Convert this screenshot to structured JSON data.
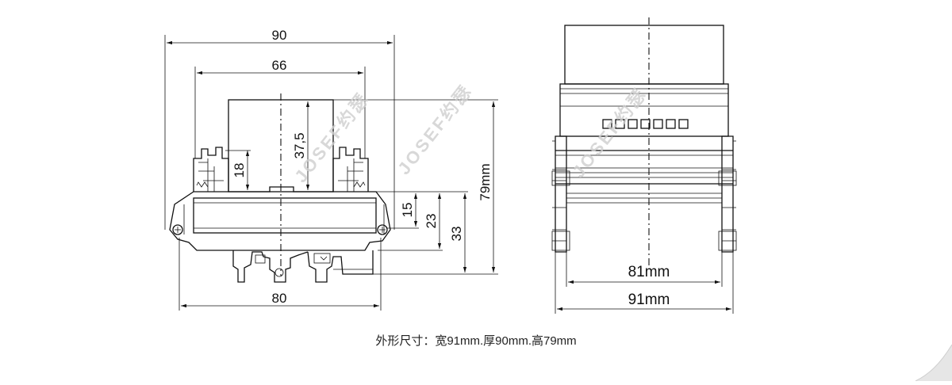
{
  "front_view": {
    "dimensions": {
      "width_top": "90",
      "width_inner": "66",
      "width_bottom": "80",
      "height_center": "37,5",
      "height_terminal": "18",
      "height_right_1": "15",
      "height_right_2": "23",
      "height_right_3": "33",
      "height_total": "79mm"
    }
  },
  "side_view": {
    "dimensions": {
      "rail_width": "81mm",
      "total_width": "91mm"
    }
  },
  "watermarks": [
    "JOSEF约瑟",
    "JOSEF约瑟",
    "JOSEF约瑟"
  ],
  "caption": "外形尺寸：宽91mm.厚90mm.高79mm"
}
